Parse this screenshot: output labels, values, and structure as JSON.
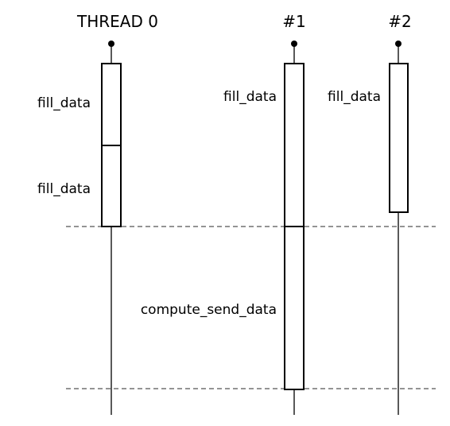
{
  "threads": {
    "t0": {
      "label": "THREAD 0"
    },
    "t1": {
      "label": "#1"
    },
    "t2": {
      "label": "#2"
    }
  },
  "tasks": {
    "t0_task1": "fill_data",
    "t0_task2": "fill_data",
    "t1_task1": "fill_data",
    "t1_task2": "compute_send_data",
    "t2_task1": "fill_data"
  },
  "colors": {
    "stroke": "#000000",
    "dashed": "#555555",
    "background": "#ffffff"
  }
}
